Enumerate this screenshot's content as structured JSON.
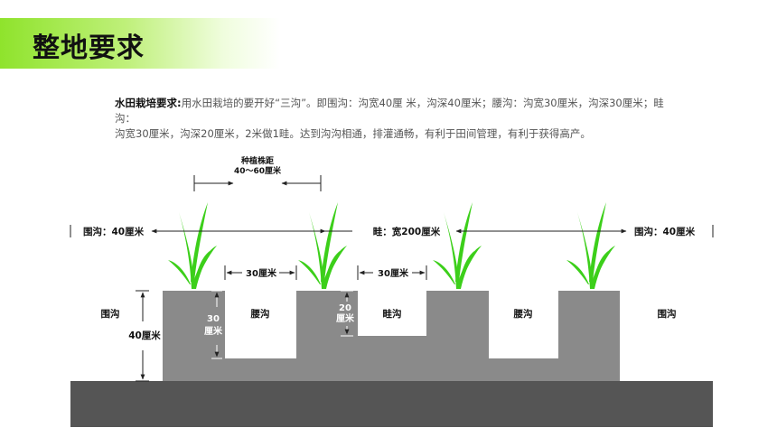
{
  "title": "整地要求",
  "description": {
    "lead": "水田栽培要求:",
    "line1": "用水田栽培的要开好“三沟”。即围沟：沟宽40厘 米，沟深40厘米；腰沟：沟宽30厘米，沟深30厘米；畦沟：",
    "line2": "沟宽30厘米，沟深20厘米，2米做1畦。达到沟沟相通，排灌通畅，有利于田间管理，有利于获得高产。"
  },
  "diagram": {
    "spacing_line1": "种植株距",
    "spacing_line2": "40～60厘米",
    "left_ditch_width": "围沟：40厘米",
    "bed_width": "畦：宽200厘米",
    "right_ditch_width": "围沟：40厘米",
    "waist_width": "30厘米",
    "bed_ditch_width": "30厘米",
    "left_ditch_label": "围沟",
    "depth_40": "40厘米",
    "depth_30_num": "30",
    "depth_30_unit": "厘米",
    "waist_ditch_1": "腰沟",
    "depth_20_num": "20",
    "depth_20_unit": "厘米",
    "bed_ditch": "畦沟",
    "waist_ditch_2": "腰沟",
    "right_ditch_label": "围沟"
  },
  "colors": {
    "soil_base": "#555555",
    "soil_field": "#8a8a8a",
    "plant_green": "#3ccf1a",
    "title_band": "#8fe32c"
  }
}
